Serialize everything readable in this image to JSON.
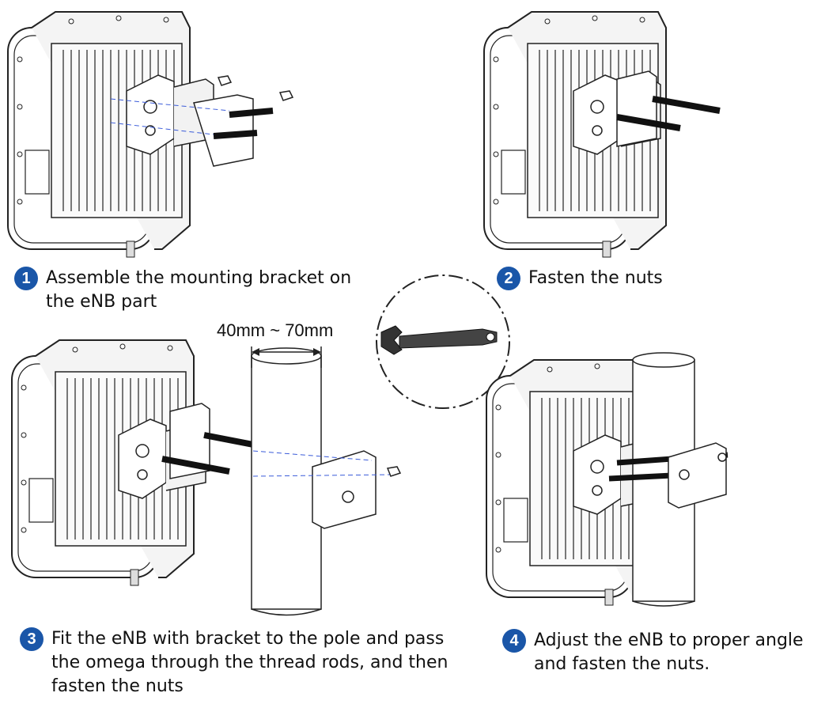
{
  "steps": [
    {
      "number": "1",
      "caption_line1": "Assemble the mounting bracket on",
      "caption_line2": "the eNB part"
    },
    {
      "number": "2",
      "caption_line1": "Fasten the nuts"
    },
    {
      "number": "3",
      "caption_line1": "Fit the eNB with bracket to the pole and pass",
      "caption_line2": "the omega through the thread rods, and then",
      "caption_line3": "fasten the nuts"
    },
    {
      "number": "4",
      "caption_line1": "Adjust the eNB to proper angle",
      "caption_line2": "and fasten the nuts."
    }
  ],
  "dimension_label": "40mm ~ 70mm",
  "colors": {
    "badge": "#1a56a8",
    "line": "#222222",
    "dashed_guide": "#3a5bd9"
  },
  "icons": [
    "wrench-icon"
  ]
}
